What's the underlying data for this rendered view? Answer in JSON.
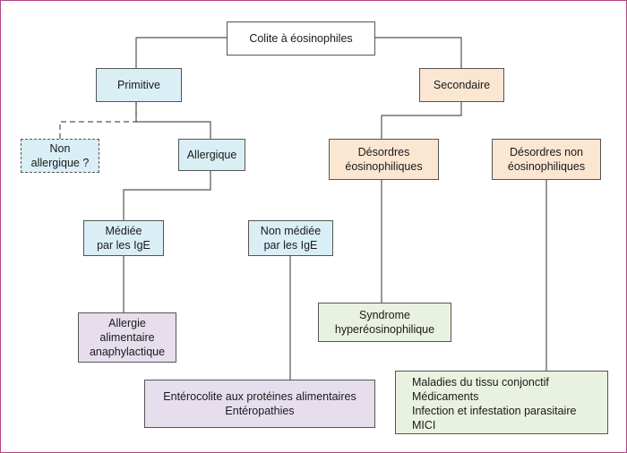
{
  "colors": {
    "border_frame": "#b0467f",
    "line": "#555555",
    "root": "#ffffff",
    "primitive": "#daeef6",
    "secondary": "#fbe6d2",
    "lavender": "#e6deec",
    "green": "#e9f2e0"
  },
  "nodes": {
    "root": "Colite à éosinophiles",
    "primitive": "Primitive",
    "secondary": "Secondaire",
    "non_allergic": "Non allergique ?",
    "allergic": "Allergique",
    "eosinophilic_disorders": "Désordres éosinophiliques",
    "non_eosinophilic_disorders": "Désordres non éosinophiliques",
    "ige_mediated": "Médiée par les IgE",
    "non_ige_mediated": "Non médiée par les IgE",
    "anaphylactic_food_allergy": "Allergie alimentaire anaphylactique",
    "hypereosinophilic_syndrome": "Syndrome hyperéosinophilique",
    "enterocolitis": {
      "line1": "Entérocolite aux protéines alimentaires",
      "line2": "Entéropathies"
    },
    "non_eosinophilic_causes": {
      "line1": "Maladies du tissu conjonctif",
      "line2": "Médicaments",
      "line3": "Infection et infestation parasitaire",
      "line4": "MICI"
    }
  }
}
